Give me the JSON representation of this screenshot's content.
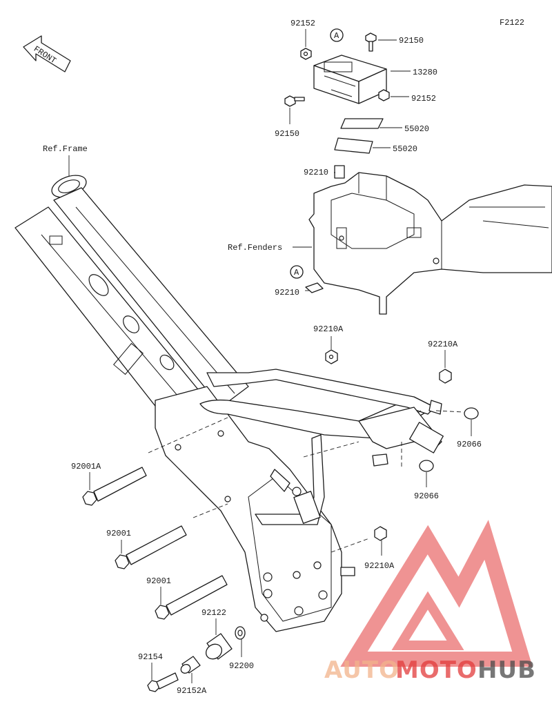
{
  "figure_code": "F2122",
  "front_label": "FRONT",
  "refs": {
    "frame": "Ref.Frame",
    "fenders": "Ref.Fenders"
  },
  "circle_marker": "A",
  "part_numbers": {
    "p92152_top": "92152",
    "p92150_top": "92150",
    "p13280": "13280",
    "p92152_right": "92152",
    "p92150_left": "92150",
    "p55020_a": "55020",
    "p55020_b": "55020",
    "p92210_top": "92210",
    "p92210_bottom": "92210",
    "p92210A_top": "92210A",
    "p92210A_right": "92210A",
    "p92066_a": "92066",
    "p92066_b": "92066",
    "p92001A": "92001A",
    "p92001_a": "92001",
    "p92001_b": "92001",
    "p92210A_lower": "92210A",
    "p92122": "92122",
    "p92200": "92200",
    "p92154": "92154",
    "p92152A": "92152A"
  },
  "watermark": {
    "part1": "AUTO",
    "part2": "MOTO",
    "part3": "HUB",
    "color_light": "#f2b48c",
    "color_red": "#e23b3b",
    "color_dark": "#4a4a4a"
  }
}
